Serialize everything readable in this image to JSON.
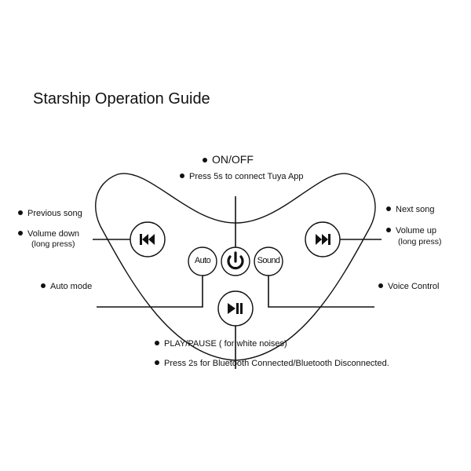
{
  "title": "Starship Operation Guide",
  "labels": {
    "on_off": "ON/OFF",
    "tuya": "Press 5s to connect Tuya App",
    "previous": "Previous song",
    "volume_down": "Volume down",
    "volume_down_note": "(long press)",
    "next": "Next song",
    "volume_up": "Volume up",
    "volume_up_note": "(long press)",
    "auto_mode": "Auto mode",
    "voice_control": "Voice Control",
    "play_pause": "PLAY/PAUSE  ( for white noises)",
    "bluetooth": "Press 2s for Bluetooth Connected/Bluetooth Disconnected."
  },
  "buttons": {
    "auto": "Auto",
    "sound": "Sound"
  }
}
